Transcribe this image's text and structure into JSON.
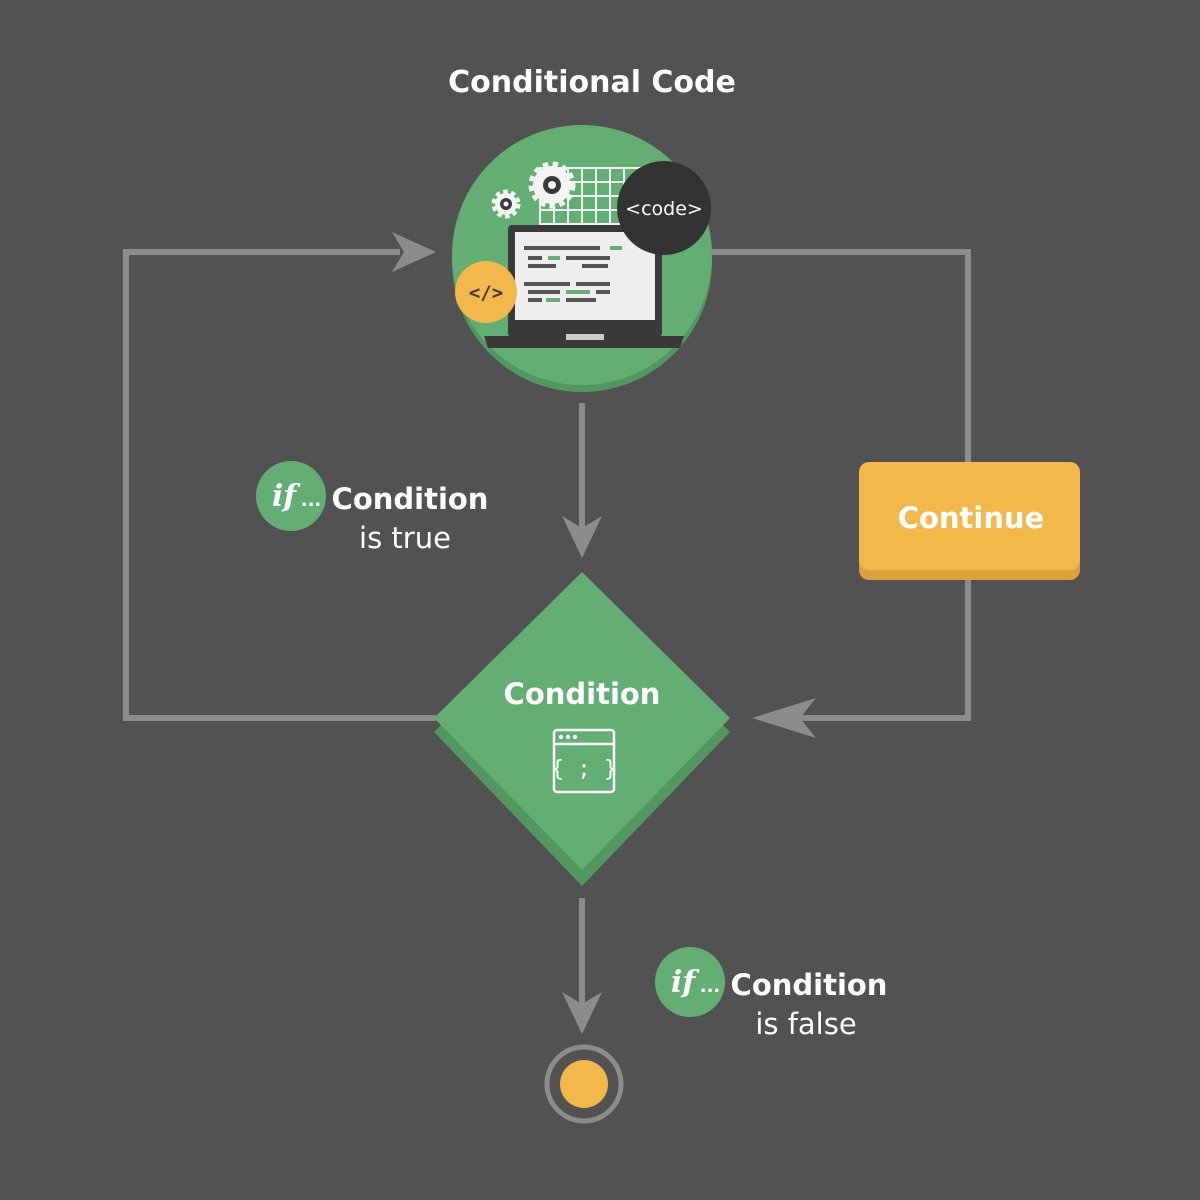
{
  "title": "Conditional Code",
  "illustration": {
    "code_badge": "<code>",
    "tag_badge": "</>",
    "icons": [
      "gear-icon",
      "laptop-icon",
      "code-badge-icon",
      "html-tag-icon"
    ]
  },
  "decision": {
    "label": "Condition",
    "symbol": "{ ; }",
    "icon": "code-window-icon"
  },
  "true_branch": {
    "keyword": "if",
    "ellipsis": "...",
    "label": "Condition",
    "sublabel": "is true"
  },
  "false_branch": {
    "keyword": "if",
    "ellipsis": "...",
    "label": "Condition",
    "sublabel": "is false"
  },
  "continue_box": {
    "label": "Continue"
  },
  "colors": {
    "background": "#525252",
    "green": "#62ae73",
    "green_dark": "#52975f",
    "yellow": "#f2b84b",
    "yellow_dark": "#dba13a",
    "line": "#8c8c8c",
    "dark_badge": "#333333"
  }
}
